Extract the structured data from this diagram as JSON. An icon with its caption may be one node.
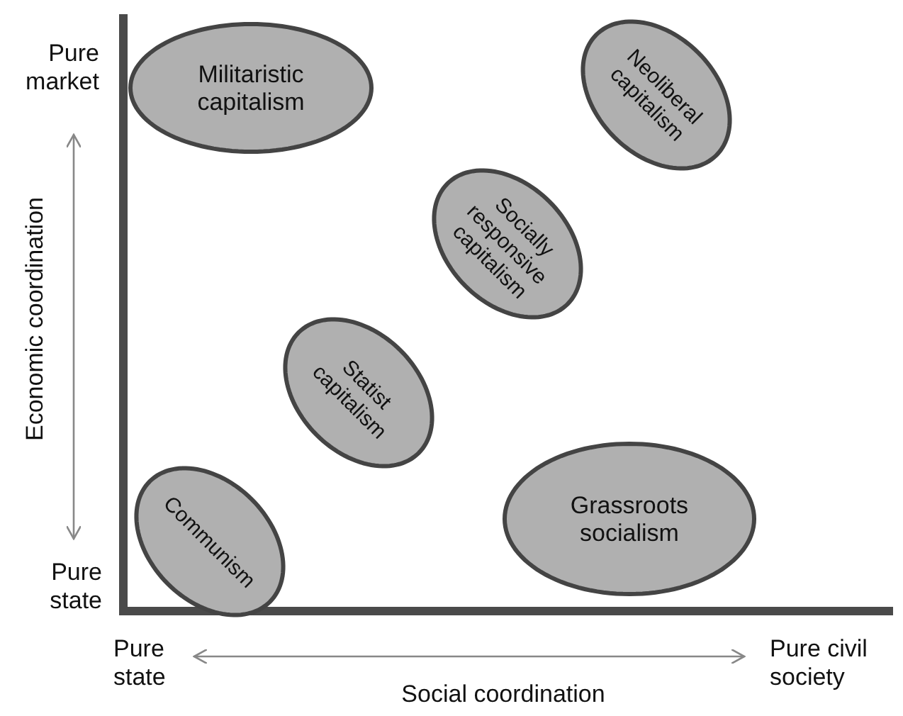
{
  "diagram": {
    "nodes": [
      {
        "text": [
          "Militaristic capitalism"
        ]
      },
      {
        "text": [
          "Neoliberal capitalism"
        ]
      },
      {
        "text": [
          "Socially responsive capitalism"
        ]
      },
      {
        "text": [
          "Statist capitalism"
        ]
      },
      {
        "text": [
          "Communism"
        ]
      },
      {
        "text": [
          "Grassroots socialism"
        ]
      }
    ],
    "labels": [
      "Pure market",
      "Economic coordination",
      "Pure state",
      "Pure state",
      "Pure civil society",
      "Social coordination"
    ]
  }
}
